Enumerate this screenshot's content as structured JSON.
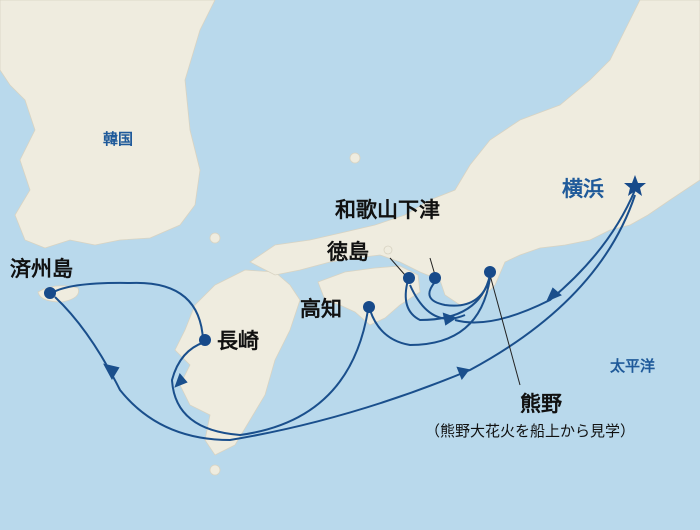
{
  "colors": {
    "sea": "#b9d9ec",
    "land": "#efecdf",
    "route": "#1a4f8c",
    "marker": "#174a8a",
    "port_label": "#111111",
    "region_label": "#1f5a9a"
  },
  "regions": {
    "korea": "韓国",
    "pacific": "太平洋"
  },
  "ports": {
    "yokohama": "横浜",
    "wakayama": "和歌山下津",
    "tokushima": "徳島",
    "kochi": "高知",
    "jeju": "済州島",
    "nagasaki": "長崎",
    "kumano": "熊野",
    "kumano_note": "（熊野大花火を船上から見学）"
  },
  "icons": {
    "start": "star-icon",
    "port": "circle-marker-icon"
  }
}
